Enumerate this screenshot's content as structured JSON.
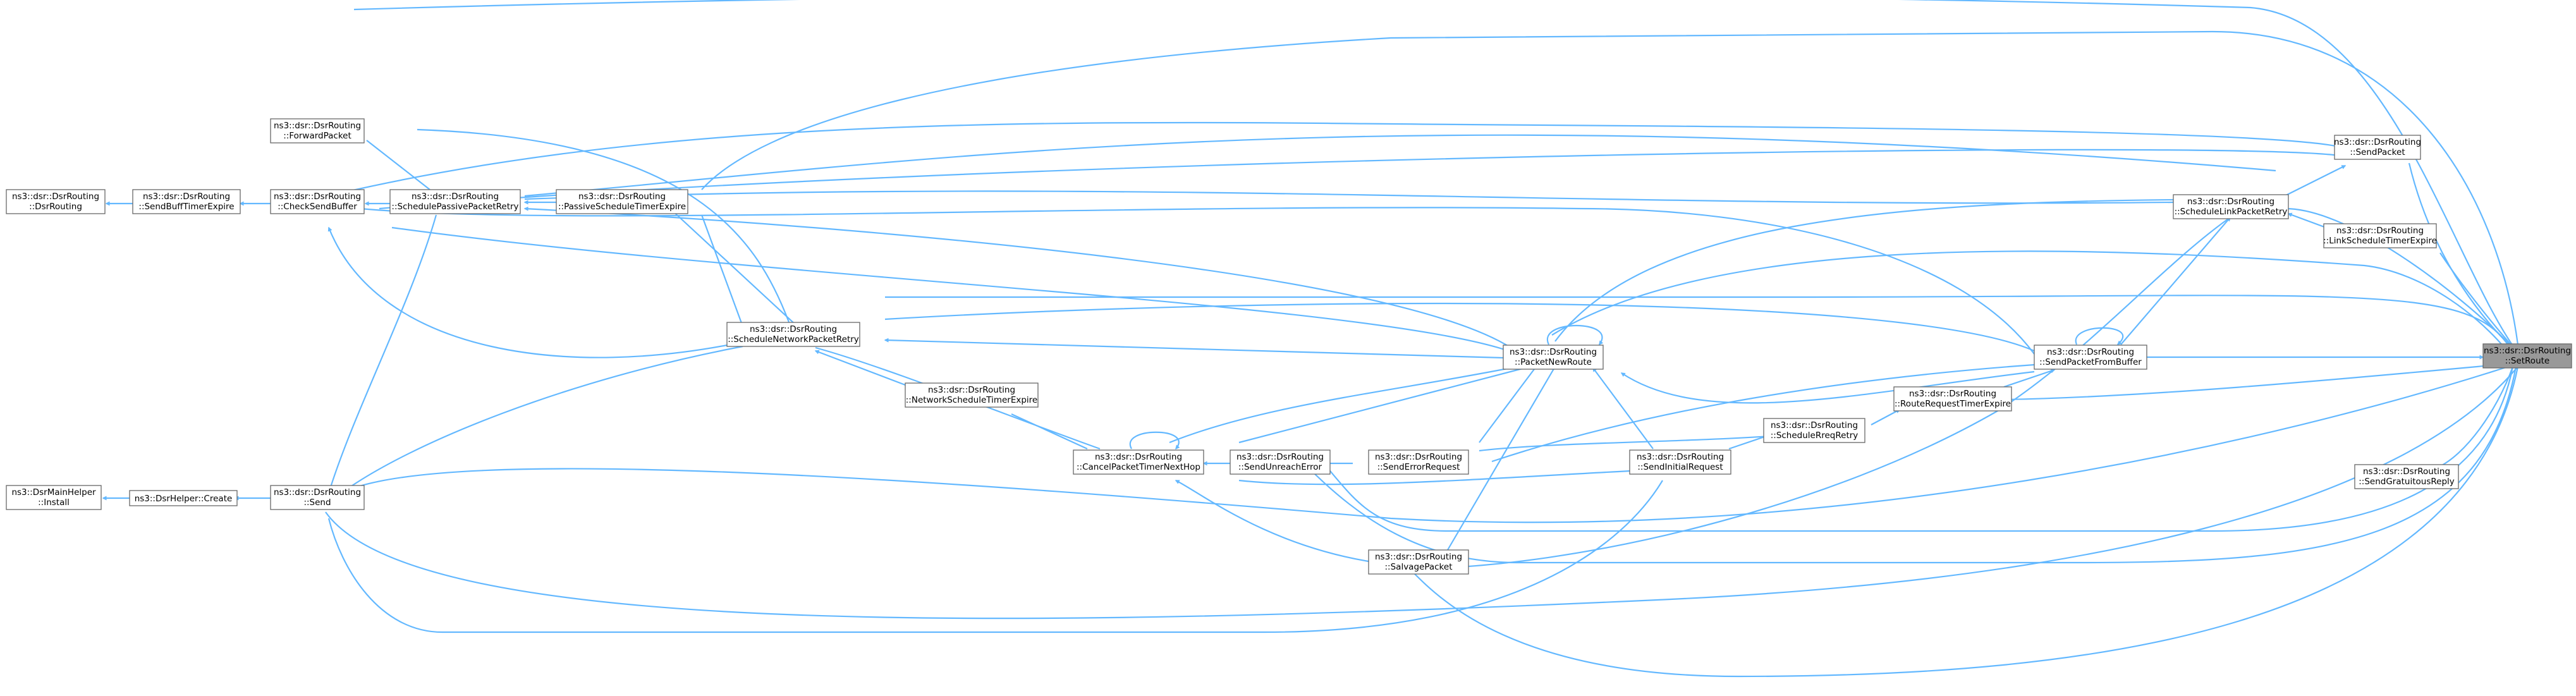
{
  "colors": {
    "edge": "#63b8ff",
    "node_border": "#666666",
    "focus_fill": "#999999",
    "node_fill": "#ffffff"
  },
  "nodes": [
    {
      "id": "setroute",
      "lines": [
        "ns3::dsr::DsrRouting",
        "::SetRoute"
      ],
      "focus": true
    },
    {
      "id": "sendpacket",
      "lines": [
        "ns3::dsr::DsrRouting",
        "::SendPacket"
      ]
    },
    {
      "id": "schedlink",
      "lines": [
        "ns3::dsr::DsrRouting",
        "::ScheduleLinkPacketRetry"
      ]
    },
    {
      "id": "linksched",
      "lines": [
        "ns3::dsr::DsrRouting",
        "::LinkScheduleTimerExpire"
      ]
    },
    {
      "id": "sendfrombuf",
      "lines": [
        "ns3::dsr::DsrRouting",
        "::SendPacketFromBuffer"
      ]
    },
    {
      "id": "rreqtimer",
      "lines": [
        "ns3::dsr::DsrRouting",
        "::RouteRequestTimerExpire"
      ]
    },
    {
      "id": "sendgrat",
      "lines": [
        "ns3::dsr::DsrRouting",
        "::SendGratuitousReply"
      ]
    },
    {
      "id": "schedrreq",
      "lines": [
        "ns3::dsr::DsrRouting",
        "::ScheduleRreqRetry"
      ]
    },
    {
      "id": "sendinit",
      "lines": [
        "ns3::dsr::DsrRouting",
        "::SendInitialRequest"
      ]
    },
    {
      "id": "pktnewroute",
      "lines": [
        "ns3::dsr::DsrRouting",
        "::PacketNewRoute"
      ]
    },
    {
      "id": "senderr",
      "lines": [
        "ns3::dsr::DsrRouting",
        "::SendErrorRequest"
      ]
    },
    {
      "id": "salvage",
      "lines": [
        "ns3::dsr::DsrRouting",
        "::SalvagePacket"
      ]
    },
    {
      "id": "sendunreach",
      "lines": [
        "ns3::dsr::DsrRouting",
        "::SendUnreachError"
      ]
    },
    {
      "id": "canceltimer",
      "lines": [
        "ns3::dsr::DsrRouting",
        "::CancelPacketTimerNextHop"
      ]
    },
    {
      "id": "netsched",
      "lines": [
        "ns3::dsr::DsrRouting",
        "::NetworkScheduleTimerExpire"
      ]
    },
    {
      "id": "schednet",
      "lines": [
        "ns3::dsr::DsrRouting",
        "::ScheduleNetworkPacketRetry"
      ]
    },
    {
      "id": "passivesched",
      "lines": [
        "ns3::dsr::DsrRouting",
        "::PassiveScheduleTimerExpire"
      ]
    },
    {
      "id": "schedpassive",
      "lines": [
        "ns3::dsr::DsrRouting",
        "::SchedulePassivePacketRetry"
      ]
    },
    {
      "id": "forward",
      "lines": [
        "ns3::dsr::DsrRouting",
        "::ForwardPacket"
      ]
    },
    {
      "id": "checkbuf",
      "lines": [
        "ns3::dsr::DsrRouting",
        "::CheckSendBuffer"
      ]
    },
    {
      "id": "sendbufftimer",
      "lines": [
        "ns3::dsr::DsrRouting",
        "::SendBuffTimerExpire"
      ]
    },
    {
      "id": "ctor",
      "lines": [
        "ns3::dsr::DsrRouting",
        "::DsrRouting"
      ]
    },
    {
      "id": "send",
      "lines": [
        "ns3::dsr::DsrRouting",
        "::Send"
      ]
    },
    {
      "id": "helpercreate",
      "lines": [
        "ns3::DsrHelper::Create"
      ]
    },
    {
      "id": "install",
      "lines": [
        "ns3::DsrMainHelper",
        "::Install"
      ]
    }
  ]
}
